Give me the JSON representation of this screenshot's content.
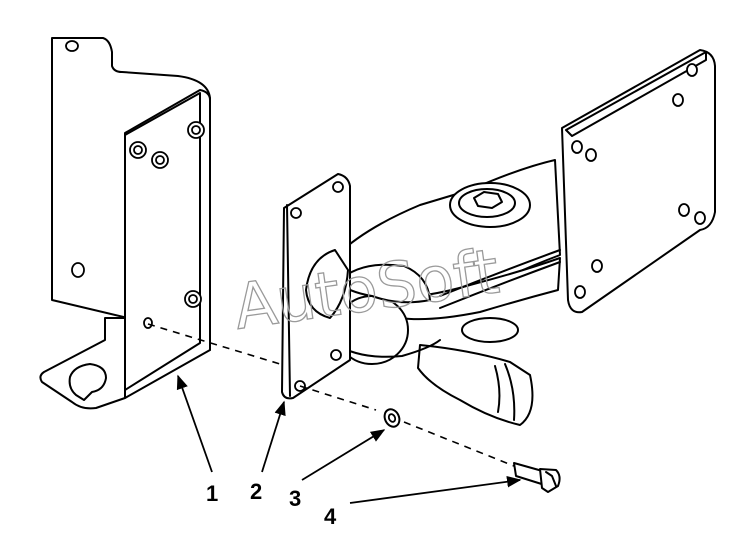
{
  "watermark": "AutoSoft",
  "callouts": [
    {
      "label": "1",
      "part": "bracket"
    },
    {
      "label": "2",
      "part": "adapter-plate"
    },
    {
      "label": "3",
      "part": "washer"
    },
    {
      "label": "4",
      "part": "bolt"
    }
  ]
}
